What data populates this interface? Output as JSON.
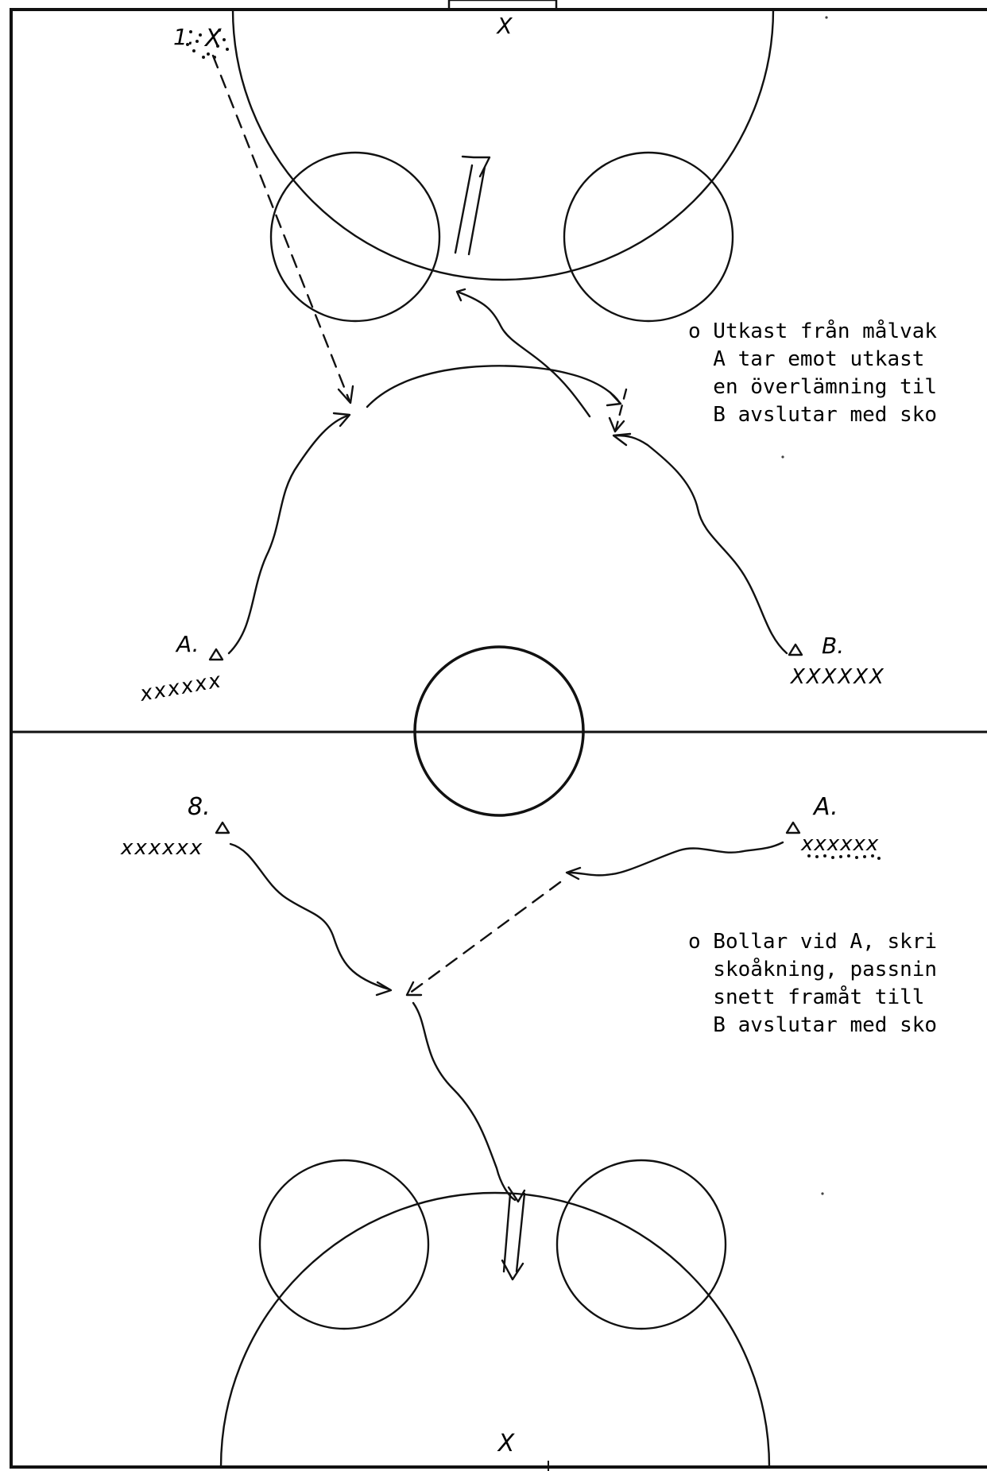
{
  "upper_drill": {
    "goalkeeper_label": "1.",
    "goalkeeper_mark": "X",
    "goal_mark": "X",
    "group_a_label": "A.",
    "group_a_players": "xxxxxx",
    "group_b_label": "B.",
    "group_b_players": "XXXXXX",
    "description": [
      "o Utkast från målvak",
      "  A tar emot utkast",
      "  en överlämning til",
      "  B avslutar med sko"
    ]
  },
  "lower_drill": {
    "group_b_label": "8.",
    "group_b_players": "xxxxxx",
    "group_a_label": "A.",
    "group_a_players": "xxxxxx",
    "goal_mark": "X",
    "description": [
      "o Bollar vid A, skri",
      "  skoåkning, passnin",
      "  snett framåt till",
      "  B avslutar med sko"
    ]
  }
}
